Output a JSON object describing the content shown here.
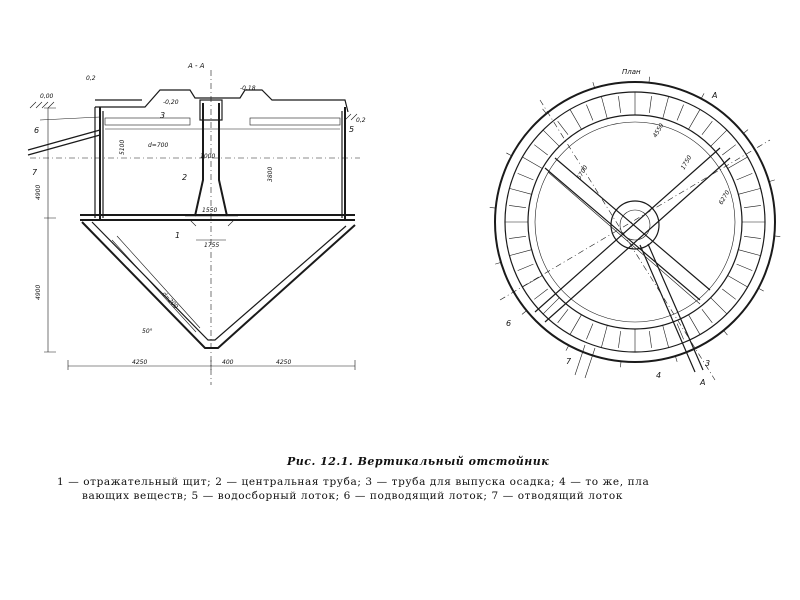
{
  "figure": {
    "caption_title": "Рис. 12.1. Вертикальный отстойник",
    "legend_line_1": "1 — отражательный щит;  2 — центральная труба;     3 — труба для выпуска осадка; 4 — то же, пла",
    "legend_line_2": "вающих веществ;  5 — водосборный лоток;  6 —       подводящий лоток;  7 — отводящий лоток"
  },
  "section_view": {
    "title": "А - А",
    "level_labels": [
      "0,2",
      "0,00",
      "-0,20",
      "-0,18",
      "0,2"
    ],
    "dimension_labels": [
      "4900",
      "5100",
      "1000",
      "3800",
      "1550",
      "1755",
      "4900",
      "4250",
      "400",
      "4250"
    ],
    "pipe_label": "d=700",
    "sludge_pipe_label": "d=200",
    "angle_label": "50°",
    "callouts": [
      "1",
      "2",
      "3",
      "5",
      "6",
      "7"
    ]
  },
  "plan_view": {
    "title": "План",
    "dimension_labels": [
      "5700",
      "4550",
      "1750",
      "6270"
    ],
    "section_marks": [
      "А",
      "А"
    ],
    "callouts": [
      "3",
      "4",
      "6",
      "7"
    ]
  }
}
